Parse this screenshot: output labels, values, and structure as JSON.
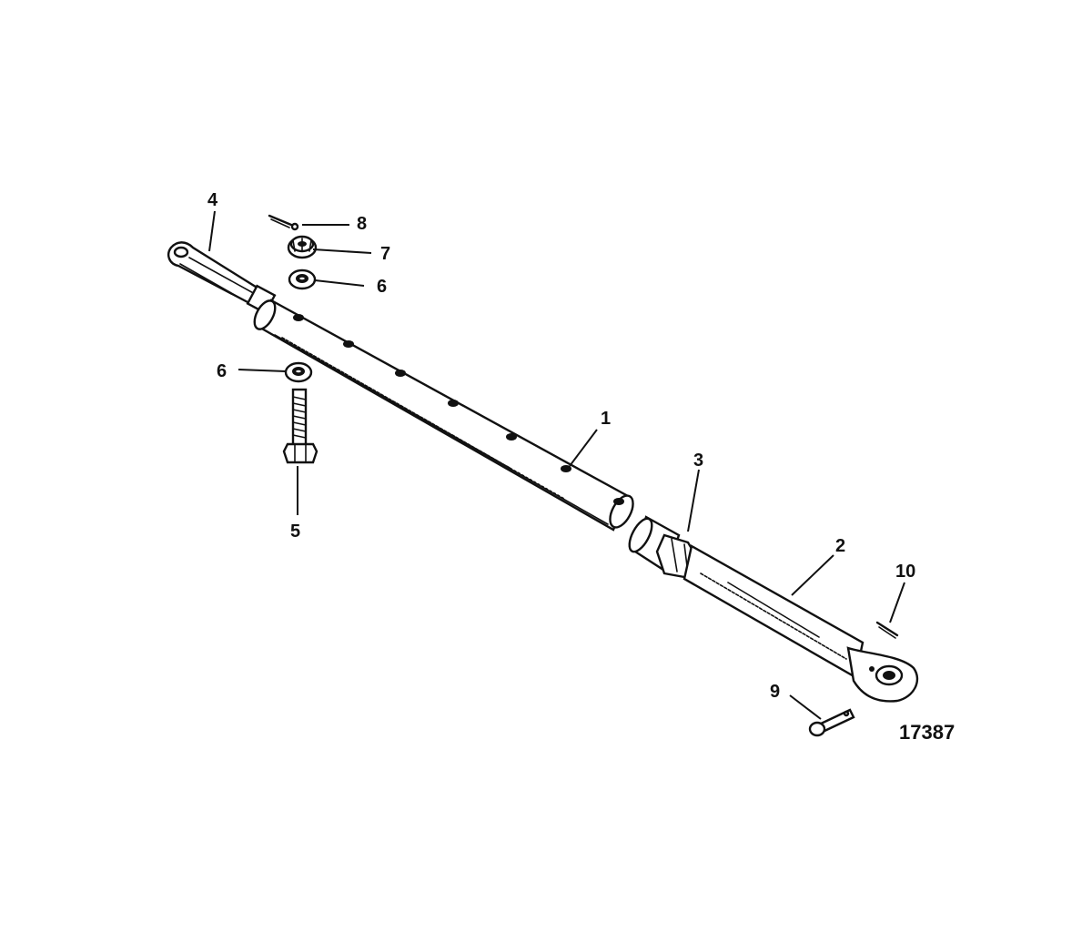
{
  "figure_number": "17387",
  "callouts": [
    {
      "id": "c1",
      "number": "1"
    },
    {
      "id": "c2",
      "number": "2"
    },
    {
      "id": "c3",
      "number": "3"
    },
    {
      "id": "c4",
      "number": "4"
    },
    {
      "id": "c5",
      "number": "5"
    },
    {
      "id": "c6a",
      "number": "6"
    },
    {
      "id": "c6b",
      "number": "6"
    },
    {
      "id": "c7",
      "number": "7"
    },
    {
      "id": "c8",
      "number": "8"
    },
    {
      "id": "c9",
      "number": "9"
    },
    {
      "id": "c10",
      "number": "10"
    }
  ]
}
